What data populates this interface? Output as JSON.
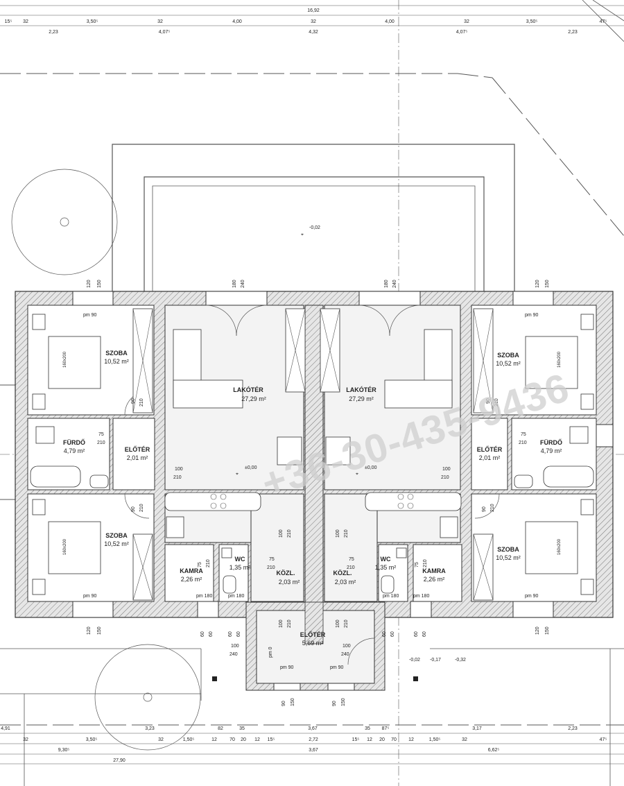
{
  "dimensions": {
    "top_total": "16,92",
    "top_row1": [
      "15⁵",
      "32",
      "3,50⁵",
      "32",
      "4,00",
      "32",
      "4,00",
      "32",
      "3,50⁵",
      "47⁵"
    ],
    "top_row2": [
      "2,23",
      "4,07⁵",
      "4,32",
      "4,07⁵",
      "2,23"
    ],
    "bottom_row1": [
      "4,91",
      "3,23",
      "82",
      "35",
      "3,67",
      "35",
      "87⁵",
      "3,17",
      "2,23"
    ],
    "bottom_row2": [
      "32",
      "3,50⁵",
      "32",
      "1,50⁵",
      "12",
      "70",
      "20",
      "12",
      "15⁵",
      "2,72",
      "15⁵",
      "12",
      "20",
      "70",
      "12",
      "1,50⁵",
      "32",
      "47⁵"
    ],
    "bottom_row3": [
      "9,30⁵",
      "3,67",
      "6,62⁵"
    ],
    "bottom_total": "27,90"
  },
  "rooms": [
    {
      "name": "SZOBA",
      "area": "10,52 m²"
    },
    {
      "name": "SZOBA",
      "area": "10,52 m²"
    },
    {
      "name": "SZOBA",
      "area": "10,52 m²"
    },
    {
      "name": "SZOBA",
      "area": "10,52 m²"
    },
    {
      "name": "LAKÓTÉR",
      "area": "27,29 m²"
    },
    {
      "name": "LAKÓTÉR",
      "area": "27,29 m²"
    },
    {
      "name": "FÜRDŐ",
      "area": "4,79 m²"
    },
    {
      "name": "FÜRDŐ",
      "area": "4,79 m²"
    },
    {
      "name": "ELŐTÉR",
      "area": "2,01 m²"
    },
    {
      "name": "ELŐTÉR",
      "area": "2,01 m²"
    },
    {
      "name": "KAMRA",
      "area": "2,26 m²"
    },
    {
      "name": "KAMRA",
      "area": "2,26 m²"
    },
    {
      "name": "WC",
      "area": "1,35 m²"
    },
    {
      "name": "WC",
      "area": "1,35 m²"
    },
    {
      "name": "KÖZL.",
      "area": "2,03 m²"
    },
    {
      "name": "KÖZL.",
      "area": "2,03 m²"
    },
    {
      "name": "ELŐTÉR",
      "area": "5,69 m²"
    }
  ],
  "levels": {
    "terrace": "-0,02",
    "floor_left": "±0,00",
    "floor_right": "±0,00",
    "entry_a": "-0,02",
    "entry_b": "-0,17",
    "entry_c": "-0,32"
  },
  "openings": {
    "window_top_h": "120",
    "window_top_w": "150",
    "door_h": "180",
    "door_w": "240",
    "pm90": "pm 90",
    "pm180": "pm 180",
    "bed_size": "160x200",
    "door_90": "90",
    "door_210": "210",
    "door_75": "75",
    "door_100": "100",
    "door_60": "60",
    "entry_150": "150",
    "pm0": "pm 0"
  },
  "watermark": "+36-30-435-9436",
  "colors": {
    "wall_fill": "#dcdcdc",
    "wall_line": "#333333",
    "hatch": "#666666",
    "floor_shade": "#f0f0f0"
  }
}
